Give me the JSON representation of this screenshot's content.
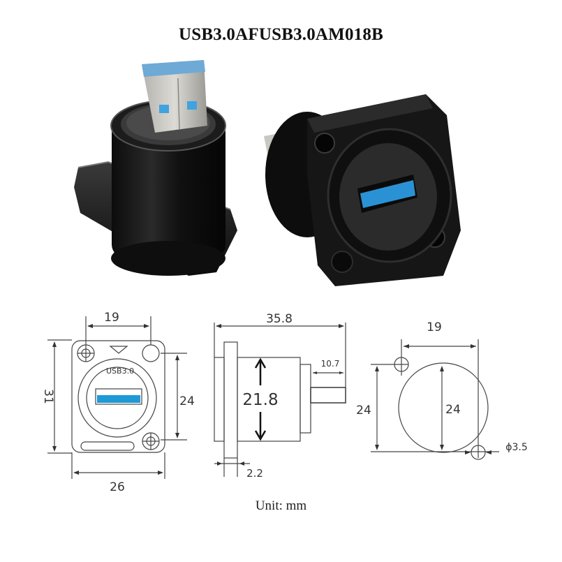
{
  "title": "USB3.0AFUSB3.0AM018B",
  "unit_label": "Unit: mm",
  "photos": {
    "left": "USB 3.0 A male plug, rear side of D-type panel mount",
    "right": "USB 3.0 A female socket, front of D-type panel mount"
  },
  "colors": {
    "usb_blue": "#1e9ad6",
    "housing_black": "#1a1a1a",
    "line": "#444444"
  },
  "front_view": {
    "label": "USB3.0",
    "dims": {
      "hole_spacing": "19",
      "height": "31",
      "vertical_hole_spacing": "24",
      "width": "26"
    }
  },
  "side_view": {
    "dims": {
      "total_length": "35.8",
      "plug_length": "10.7",
      "body_diameter": "21.8",
      "flange_thickness": "2.2"
    }
  },
  "cutout_view": {
    "dims": {
      "hole_spacing": "19",
      "vertical_spacing": "24",
      "circle_diameter": "24",
      "hole_diameter": "ϕ3.5"
    }
  }
}
